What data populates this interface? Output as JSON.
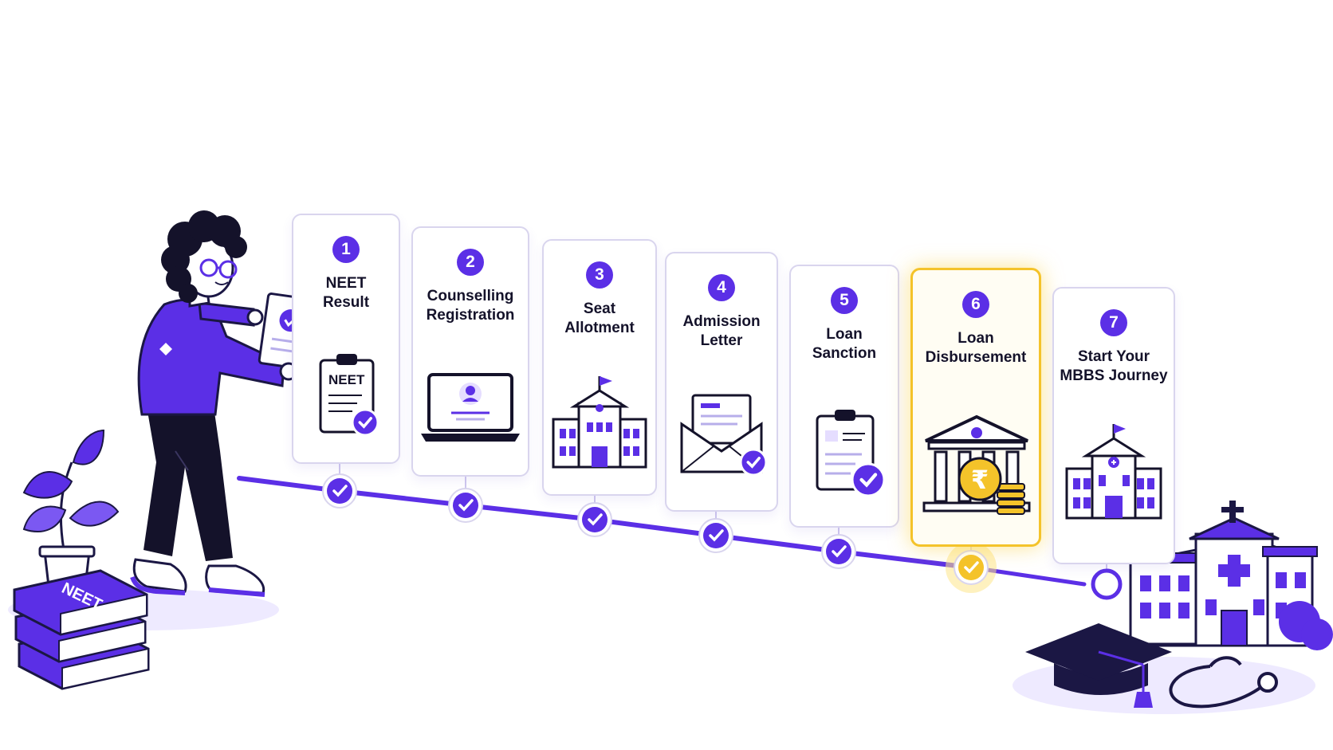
{
  "steps": [
    {
      "number": "1",
      "label": "NEET\nResult",
      "completed": true,
      "highlighted": false,
      "icon": "clipboard-check-icon",
      "icon_text": "NEET"
    },
    {
      "number": "2",
      "label": "Counselling\nRegistration",
      "completed": true,
      "highlighted": false,
      "icon": "laptop-profile-icon"
    },
    {
      "number": "3",
      "label": "Seat\nAllotment",
      "completed": true,
      "highlighted": false,
      "icon": "college-building-icon"
    },
    {
      "number": "4",
      "label": "Admission\nLetter",
      "completed": true,
      "highlighted": false,
      "icon": "envelope-letter-check-icon"
    },
    {
      "number": "5",
      "label": "Loan\nSanction",
      "completed": true,
      "highlighted": false,
      "icon": "document-check-icon"
    },
    {
      "number": "6",
      "label": "Loan\nDisbursement",
      "completed": true,
      "highlighted": true,
      "icon": "bank-rupee-coins-icon",
      "icon_text": "₹"
    },
    {
      "number": "7",
      "label": "Start Your\nMBBS Journey",
      "completed": false,
      "highlighted": false,
      "icon": "hospital-building-icon"
    }
  ],
  "books_label": "NEET",
  "colors": {
    "primary": "#5b2fe6",
    "highlight": "#f4c32a",
    "dark": "#14122a",
    "border": "#d9d5ee"
  }
}
